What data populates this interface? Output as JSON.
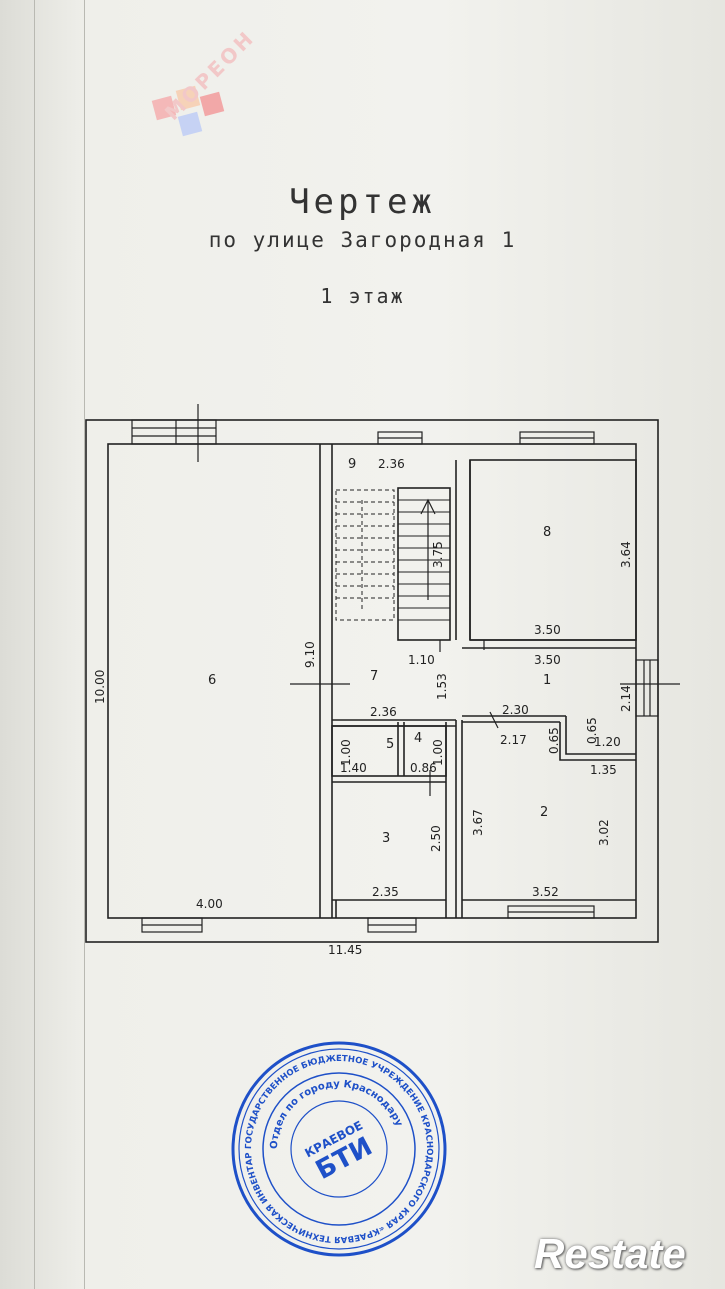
{
  "document": {
    "title": "Чертеж",
    "subtitle": "по улице Загородная 1",
    "floor": "1 этаж"
  },
  "logo": {
    "text": "МОРЕОН",
    "colors": [
      "#f0a0a0",
      "#f6c9a8",
      "#b8c8f0"
    ]
  },
  "plan": {
    "rooms": [
      "6",
      "9",
      "7",
      "8",
      "1",
      "5",
      "4",
      "3",
      "2"
    ],
    "dimensions": {
      "total_width": "11.45",
      "total_height": "10.00",
      "r6_width": "4.00",
      "r6_height": "9.10",
      "r9_width": "2.36",
      "stair_length": "3.75",
      "r8_height": "3.64",
      "r8_width": "3.50",
      "r1_width": "3.50",
      "r1_height": "2.14",
      "corr_width": "1.10",
      "corr_height": "1.53",
      "r7_width": "2.36",
      "r1_bottom": "2.30",
      "r2_top": "2.17",
      "step_a": "0.65",
      "step_b": "0.65",
      "step_c": "1.20",
      "step_d": "1.35",
      "r5_height": "1.00",
      "r5_width": "1.40",
      "r4_height": "1.00",
      "r4_width": "0.86",
      "r3_height": "2.50",
      "r3_width": "2.35",
      "r2_left": "3.67",
      "r2_right": "3.02",
      "r2_width": "3.52"
    }
  },
  "stamp": {
    "center_line1": "КРАЕВОЕ",
    "center_line2": "БТИ",
    "ring_text": "ГОСУДАРСТВЕННОЕ БЮДЖЕТНОЕ УЧРЕЖДЕНИЕ КРАСНОДАРСКОГО КРАЯ «КРАЕВАЯ ТЕХНИЧЕСКАЯ ИНВЕНТАРИЗАЦИЯ - КРАЕВОЕ БТИ»",
    "inner_text": "Отдел по городу Краснодару",
    "color": "#1e50c8"
  },
  "watermark": {
    "text": "Restate"
  }
}
